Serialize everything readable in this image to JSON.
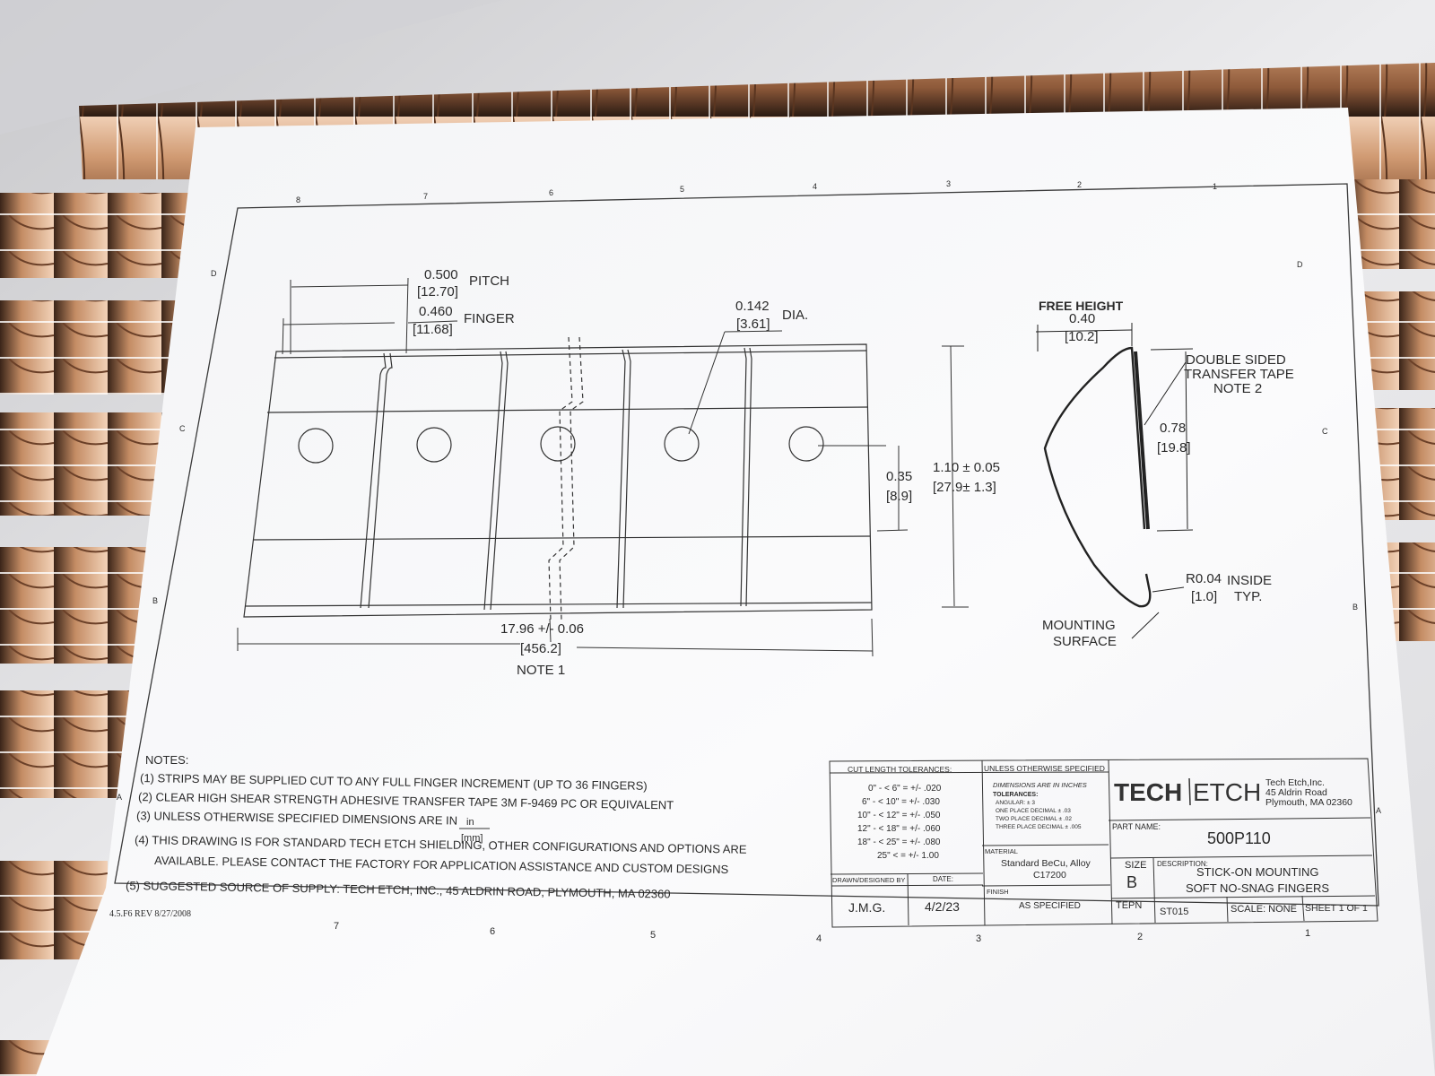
{
  "drawing": {
    "zone_columns": [
      "8",
      "7",
      "6",
      "5",
      "4",
      "3",
      "2",
      "1"
    ],
    "zone_rows": [
      "D",
      "C",
      "B",
      "A"
    ],
    "dimensions": {
      "pitch_in": "0.500",
      "pitch_mm": "[12.70]",
      "pitch_label": "PITCH",
      "finger_in": "0.460",
      "finger_mm": "[11.68]",
      "finger_label": "FINGER",
      "hole_in": "0.142",
      "hole_mm": "[3.61]",
      "hole_label": "DIA.",
      "length_in": "17.96 +/- 0.06",
      "length_mm": "[456.2]",
      "length_note": "NOTE 1",
      "hole_offset_in": "0.35",
      "hole_offset_mm": "[8.9]",
      "width_in": "1.10 ± 0.05",
      "width_mm": "[27.9± 1.3]",
      "free_height_label": "FREE HEIGHT",
      "free_height_in": "0.40",
      "free_height_mm": "[10.2]",
      "tape_line1": "DOUBLE SIDED",
      "tape_line2": "TRANSFER TAPE",
      "tape_line3": "NOTE 2",
      "tape_len_in": "0.78",
      "tape_len_mm": "[19.8]",
      "radius_in": "R0.04",
      "radius_mm": "[1.0]",
      "radius_label1": "INSIDE",
      "radius_label2": "TYP.",
      "mount_line1": "MOUNTING",
      "mount_line2": "SURFACE"
    },
    "notes": {
      "title": "NOTES:",
      "n1": "(1)   STRIPS MAY BE SUPPLIED CUT TO ANY FULL FINGER INCREMENT (UP TO 36 FINGERS)",
      "n2": "(2)   CLEAR HIGH SHEAR STRENGTH ADHESIVE TRANSFER TAPE 3M F-9469 PC OR EQUIVALENT",
      "n3": "(3)   UNLESS OTHERWISE SPECIFIED DIMENSIONS ARE IN",
      "n3_num": "in",
      "n3_den": "[mm]",
      "n4a": "(4)   THIS DRAWING IS FOR STANDARD TECH ETCH SHIELDING, OTHER CONFIGURATIONS AND OPTIONS ARE",
      "n4b": "AVAILABLE. PLEASE CONTACT THE FACTORY FOR APPLICATION ASSISTANCE AND CUSTOM DESIGNS",
      "n5": "(5)   SUGGESTED SOURCE OF SUPPLY: TECH ETCH, INC., 45 ALDRIN ROAD, PLYMOUTH, MA 02360",
      "form_rev": "4.5.F6  REV 8/27/2008"
    },
    "title_block": {
      "cut_title": "CUT LENGTH TOLERANCES:",
      "cut_rows": [
        "0\" - < 6\" = +/- .020",
        "6\" - < 10\" = +/- .030",
        "10\" - < 12\" = +/- .050",
        "12\" - < 18\" = +/- .060",
        "18\" - < 25\" = +/- .080",
        "25\" <  = +/- 1.00"
      ],
      "drawn_label": "DRAWN/DESIGNED BY",
      "date_label": "DATE:",
      "drawn_value": "J.M.G.",
      "date_value": "4/2/23",
      "unless_title": "UNLESS OTHERWISE SPECIFIED",
      "unless_rows": [
        "DIMENSIONS ARE IN INCHES",
        "TOLERANCES:",
        "ANGULAR: ± 3",
        "ONE PLACE DECIMAL   ± .03",
        "TWO PLACE DECIMAL   ± .02",
        "THREE PLACE DECIMAL ± .005"
      ],
      "material_label": "MATERIAL",
      "material_1": "Standard BeCu, Alloy",
      "material_2": "C17200",
      "finish_label": "FINISH",
      "finish_value": "AS SPECIFIED",
      "logo_left": "TECH",
      "logo_right": "ETCH",
      "company_1": "Tech Etch,Inc.",
      "company_2": "45  Aldrin  Road",
      "company_3": "Plymouth, MA 02360",
      "part_name_label": "PART NAME:",
      "part_number": "500P110",
      "size_label": "SIZE",
      "size_value": "B",
      "desc_label": "DESCRIPTION:",
      "desc_1": "STICK-ON MOUNTING",
      "desc_2": "SOFT NO-SNAG FINGERS",
      "tepn_label": "TEPN",
      "tepn_value": "ST015",
      "scale": "SCALE: NONE",
      "sheet": "SHEET 1 OF 1"
    }
  },
  "colors": {
    "copper": "#b8805a",
    "copper_light": "#e2b796",
    "paper": "#fafafb",
    "ink": "#2a2a2a"
  }
}
